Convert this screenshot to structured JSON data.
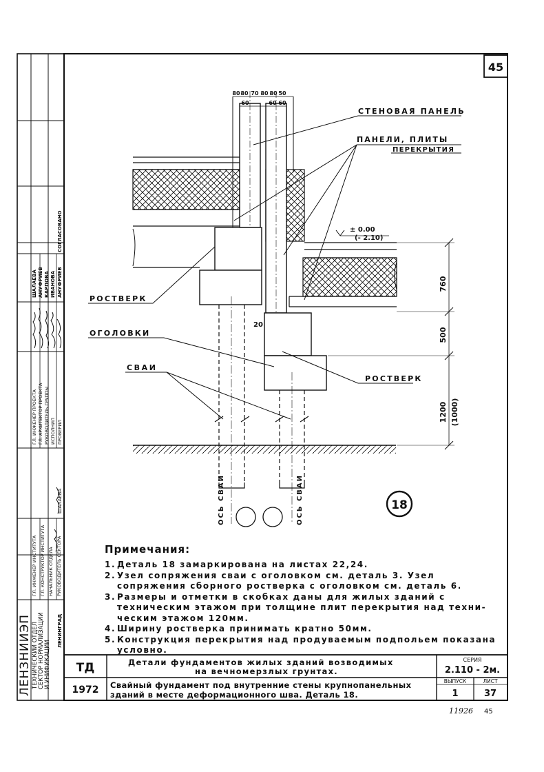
{
  "sheet_number": "45",
  "detail_number": "18",
  "dimensions_top": [
    "80",
    "80",
    "70",
    "80",
    "80",
    "50",
    "60",
    "60",
    "60"
  ],
  "dimensions_right": [
    "760",
    "500",
    "1200",
    "(1000)"
  ],
  "level_marks": [
    "± 0.00",
    "(- 2.10)"
  ],
  "dimension_small": "20",
  "labels": {
    "wall_panel": "СТЕНОВАЯ ПАНЕЛЬ",
    "floor_slabs_1": "ПАНЕЛИ, ПЛИТЫ",
    "floor_slabs_2": "ПЕРЕКРЫТИЯ",
    "grillage_left": "РОСТВЕРК",
    "grillage_right": "РОСТВЕРК",
    "pile_caps": "ОГОЛОВКИ",
    "piles": "СВАИ",
    "pile_axis_left": "ОСЬ СВАИ",
    "pile_axis_right": "ОСЬ СВАИ"
  },
  "notes": {
    "title": "Примечания:",
    "items": [
      {
        "num": "1.",
        "text": "Деталь 18   замаркирована  на листах 22,24."
      },
      {
        "num": "2.",
        "text": "Узел сопряжения  сваи с оголовком  см. деталь 3.   Узел\nсопряжения  сборного  ростверка с оголовком  см. деталь 6."
      },
      {
        "num": "3.",
        "text": "Размеры и отметки в скобках даны для жилых  зданий с\nтехническим  этажом при толщине плит перекрытия над техни-\nческим  этажом  120мм."
      },
      {
        "num": "4.",
        "text": "Ширину ростверка  принимать кратно 50мм."
      },
      {
        "num": "5.",
        "text": "Конструкция перекрытия над продуваемым подпольем показана условно."
      }
    ]
  },
  "title_block": {
    "code": "ТД",
    "year": "1972",
    "title_line1": "Детали фундаментов жилых зданий возводимых",
    "title_line2": "на вечномерзлых грунтах.",
    "subtitle_line1": "Свайный фундамент под внутренние стены крупнопанельных",
    "subtitle_line2": "зданий в месте деформационного шва.  Деталь 18.",
    "series_label": "СЕРИЯ",
    "series_value": "2.110 - 2м.",
    "issue_label": "ВЫПУСК",
    "issue_value": "1",
    "sheet_label": "ЛИСТ",
    "sheet_value": "37"
  },
  "side_stamp": {
    "org_name": "ЛЕНЗНИИЭП",
    "org_line1": "ТЕХНИЧЕСКИЙ ОТДЕЛ",
    "org_line2": "СЕКТОР НОРМАЛИЗАЦИИ",
    "org_line3": "И УНИФИКАЦИИ",
    "city": "ЛЕНИНГРАД",
    "roles": [
      "ГЛ. ИНЖЕНЕР ИНСТИТУТА",
      "ГЛ. КОНСТРУКТОР ИНСТИТУТА",
      "НАЧАЛЬНИК ОТДЕЛА",
      "РУКОВОДИТЕЛЬ СЕКТОРА"
    ],
    "roles2": [
      "ГЛ. ИНЖЕНЕР ПРОЕКТА",
      "ГЛ. АРХИТЕКТОР ПРОЕКТА",
      "РУКОВОДИТЕЛЬ ГРУППЫ",
      "ИСПОЛНИЛ",
      "ПРОВЕРИЛ"
    ],
    "names": [
      "ШАЛАЕВА",
      "АНУФРИЕВ",
      "КАРПОВА",
      "ИВАНОВА",
      "АНУФРИЕВ"
    ],
    "agreed": "СОГЛАСОВАНО",
    "bottom_name": "ШАЛАЕВА"
  },
  "footer": {
    "inventory": "11926",
    "page": "45"
  }
}
